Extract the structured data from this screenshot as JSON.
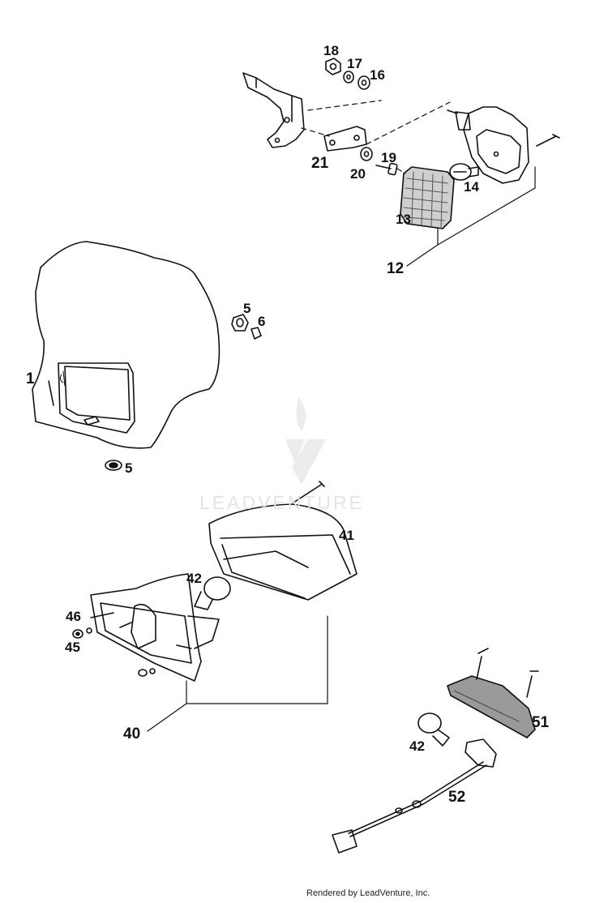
{
  "callouts": [
    {
      "id": "18",
      "text": "18"
    },
    {
      "id": "17",
      "text": "17"
    },
    {
      "id": "16",
      "text": "16"
    },
    {
      "id": "21",
      "text": "21"
    },
    {
      "id": "19",
      "text": "19"
    },
    {
      "id": "20",
      "text": "20"
    },
    {
      "id": "14",
      "text": "14"
    },
    {
      "id": "13",
      "text": "13"
    },
    {
      "id": "12",
      "text": "12"
    },
    {
      "id": "5a",
      "text": "5"
    },
    {
      "id": "6",
      "text": "6"
    },
    {
      "id": "1",
      "text": "1"
    },
    {
      "id": "5b",
      "text": "5"
    },
    {
      "id": "41",
      "text": "41"
    },
    {
      "id": "42a",
      "text": "42"
    },
    {
      "id": "46",
      "text": "46"
    },
    {
      "id": "45",
      "text": "45"
    },
    {
      "id": "40",
      "text": "40"
    },
    {
      "id": "51",
      "text": "51"
    },
    {
      "id": "42b",
      "text": "42"
    },
    {
      "id": "52",
      "text": "52"
    }
  ],
  "watermark": {
    "text": "LEADVENTURE"
  },
  "footer": {
    "text": "Rendered by LeadVenture, Inc."
  },
  "colors": {
    "ink": "#111111",
    "watermark": "#e4e4e4",
    "lens": "#555555"
  }
}
